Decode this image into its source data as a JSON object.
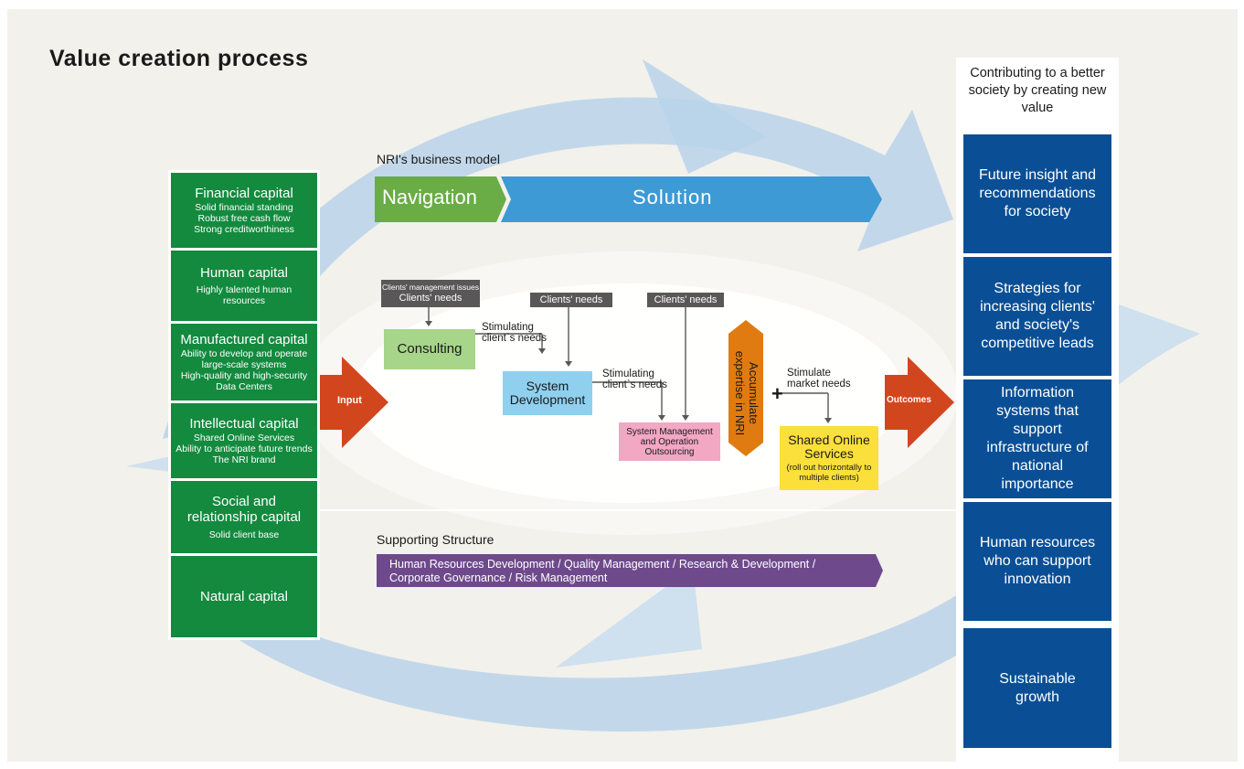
{
  "title": "Value creation process",
  "business_model_label": "NRI's business model",
  "navigation_label": "Navigation",
  "solution_label": "Solution",
  "input_label": "Input",
  "outcomes_label": "Outcomes",
  "capitals": [
    {
      "name": "Financial capital",
      "details": [
        "Solid financial standing",
        "Robust free cash flow",
        "Strong creditworthiness"
      ]
    },
    {
      "name": "Human capital",
      "details": [
        "Highly talented human resources"
      ]
    },
    {
      "name": "Manufactured capital",
      "details": [
        "Ability to develop and operate large-scale systems",
        "High-quality and high-security Data Centers"
      ]
    },
    {
      "name": "Intellectual capital",
      "details": [
        "Shared Online Services",
        "Ability to anticipate future trends",
        "The NRI brand"
      ]
    },
    {
      "name": "Social and relationship capital",
      "details": [
        "Solid client base"
      ]
    },
    {
      "name": "Natural capital",
      "details": []
    }
  ],
  "needs": {
    "consulting_top": "Clients' management issues",
    "consulting_bottom": "Clients' needs",
    "system_dev": "Clients' needs",
    "outsourcing": "Clients' needs"
  },
  "consulting_label": "Consulting",
  "system_dev_label": "System Development",
  "outsourcing_label": "System Management and Operation Outsourcing",
  "stimulating_1": "Stimulating client`s needs",
  "stimulating_2": "Stimulating client`s needs",
  "accumulate_label": "Accumulate expertise in NRI",
  "plus_sign": "+",
  "stimulate_market": "Stimulate market needs",
  "shared_services_title": "Shared Online Services",
  "shared_services_sub": "(roll out horizontally to multiple clients)",
  "supporting_label": "Supporting Structure",
  "supporting_text_1": "Human Resources Development / Quality Management / Research & Development /",
  "supporting_text_2": "Corporate Governance / Risk Management",
  "outcomes_header": "Contributing to a better society by creating new value",
  "outcomes": [
    "Future insight and recommendations for society",
    "Strategies for increasing clients' and society's competitive leads",
    "Information systems that support infrastructure of national importance",
    "Human resources who can support innovation",
    "Sustainable growth"
  ],
  "colors": {
    "capital_green": "#138a3e",
    "navigation_green": "#6aac46",
    "solution_blue": "#3d9ad4",
    "arrow_orange": "#d2461d",
    "outcome_navy": "#0a4f95",
    "supporting_purple": "#6e4a8c",
    "consulting_green": "#a7d58a",
    "system_dev_blue": "#8fd0ef",
    "outsourcing_pink": "#f2a7c3",
    "accumulate_orange": "#e07b12",
    "shared_yellow": "#fbdf3b"
  }
}
